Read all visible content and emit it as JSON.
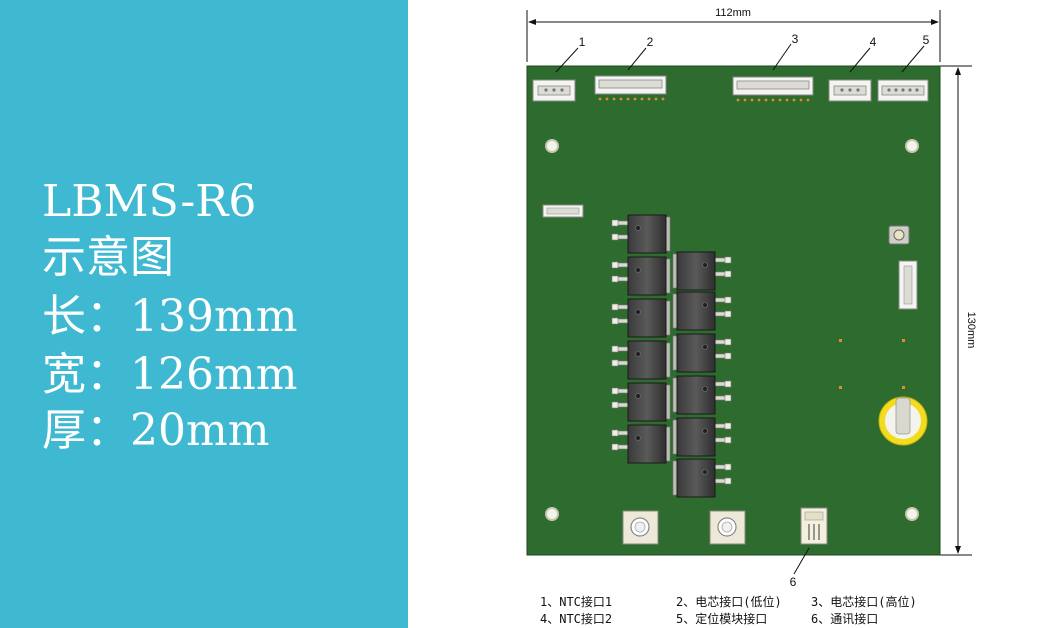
{
  "specs": {
    "model": "LBMS-R6",
    "caption": "示意图",
    "length": "长：139mm",
    "width": "宽：126mm",
    "thickness": "厚：20mm"
  },
  "dimensions": {
    "top": "112mm",
    "right": "130mm"
  },
  "callouts": [
    "1",
    "2",
    "3",
    "4",
    "5",
    "6"
  ],
  "legend": [
    "1、NTC接口1",
    "2、电芯接口(低位)",
    "3、电芯接口(高位)",
    "4、NTC接口2",
    "5、定位模块接口",
    "6、通讯接口"
  ],
  "colors": {
    "panel": "#3fb8d2",
    "pcb": "#2e6b2e",
    "battery": "#f2dc1d"
  }
}
